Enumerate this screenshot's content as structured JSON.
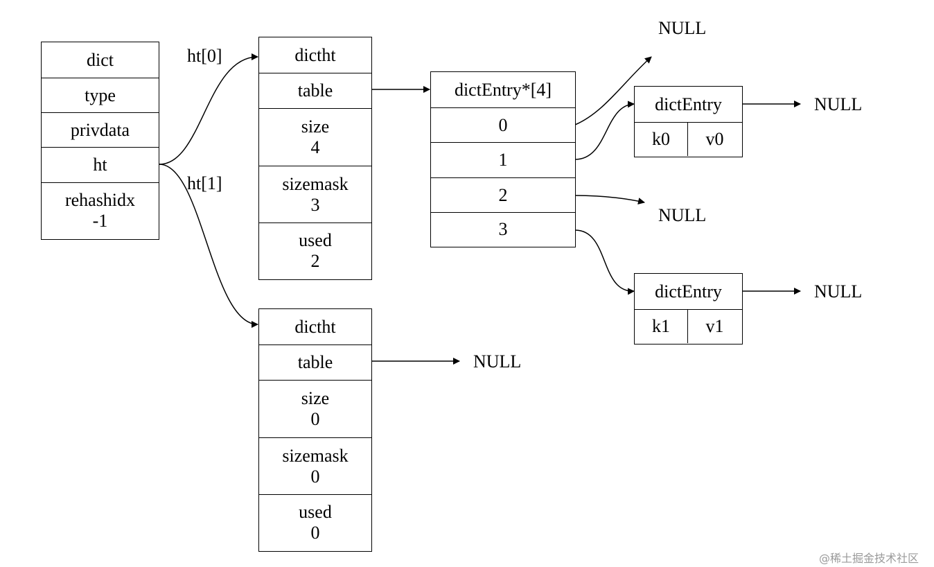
{
  "dict": {
    "title": "dict",
    "fields": [
      "type",
      "privdata",
      "ht"
    ],
    "rehashidx_label": "rehashidx",
    "rehashidx_value": "-1"
  },
  "edge_labels": {
    "ht0": "ht[0]",
    "ht1": "ht[1]"
  },
  "ht0": {
    "title": "dictht",
    "table_label": "table",
    "size_label": "size",
    "size_value": "4",
    "sizemask_label": "sizemask",
    "sizemask_value": "3",
    "used_label": "used",
    "used_value": "2"
  },
  "ht1": {
    "title": "dictht",
    "table_label": "table",
    "size_label": "size",
    "size_value": "0",
    "sizemask_label": "sizemask",
    "sizemask_value": "0",
    "used_label": "used",
    "used_value": "0"
  },
  "bucket_array": {
    "title": "dictEntry*[4]",
    "indices": [
      "0",
      "1",
      "2",
      "3"
    ]
  },
  "entries": [
    {
      "title": "dictEntry",
      "key": "k0",
      "value": "v0"
    },
    {
      "title": "dictEntry",
      "key": "k1",
      "value": "v1"
    }
  ],
  "null_text": "NULL",
  "watermark": "@稀土掘金技术社区"
}
